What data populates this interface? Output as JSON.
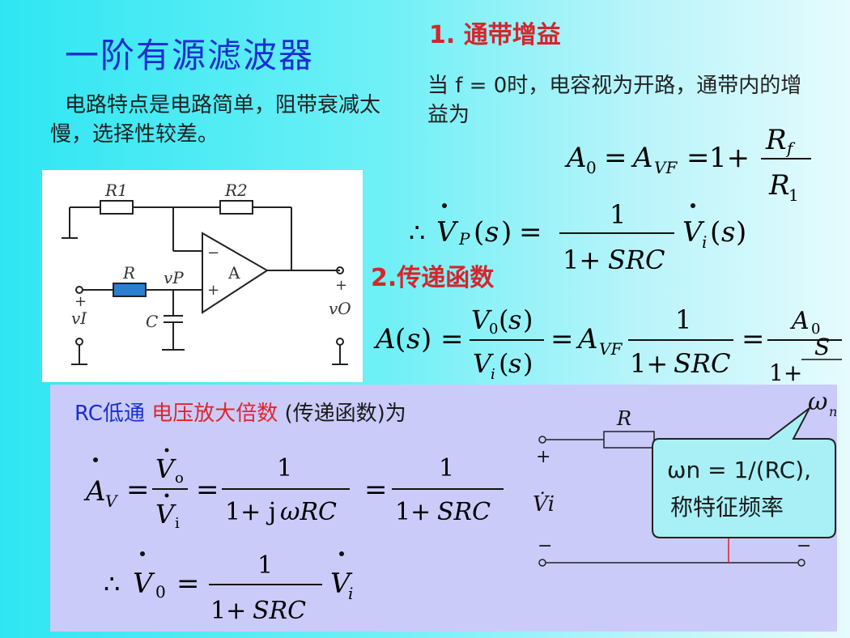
{
  "title": "一阶有源滤波器",
  "intro": "电路特点是电路简单，阻带衰减太慢，选择性较差。",
  "section1": {
    "heading": "1. 通带增益",
    "text": "当 f = 0时，电容视为开路，通带内的增益为"
  },
  "section2": {
    "heading": "2.传递函数"
  },
  "rc_label": {
    "part1": "RC低通",
    "part2": "电压放大倍数",
    "part3": "(传递函数)为"
  },
  "callout": {
    "line1": "ωn = 1/(RC),",
    "line2": "称特征频率"
  },
  "circuit_labels": {
    "r1": "R1",
    "r2": "R2",
    "r": "R",
    "c": "C",
    "amp": "A",
    "vp": "vP",
    "vi": "vI",
    "vo": "vO",
    "plus": "+",
    "minus": "−"
  },
  "rc_circuit_labels": {
    "r": "R",
    "vi": "V̇i",
    "plus": "+",
    "minus": "−"
  },
  "colors": {
    "title": "#1a2fd0",
    "heading": "#d4262b",
    "panel": "#cbcbfa",
    "callout_fill": "#a8f0f6"
  }
}
